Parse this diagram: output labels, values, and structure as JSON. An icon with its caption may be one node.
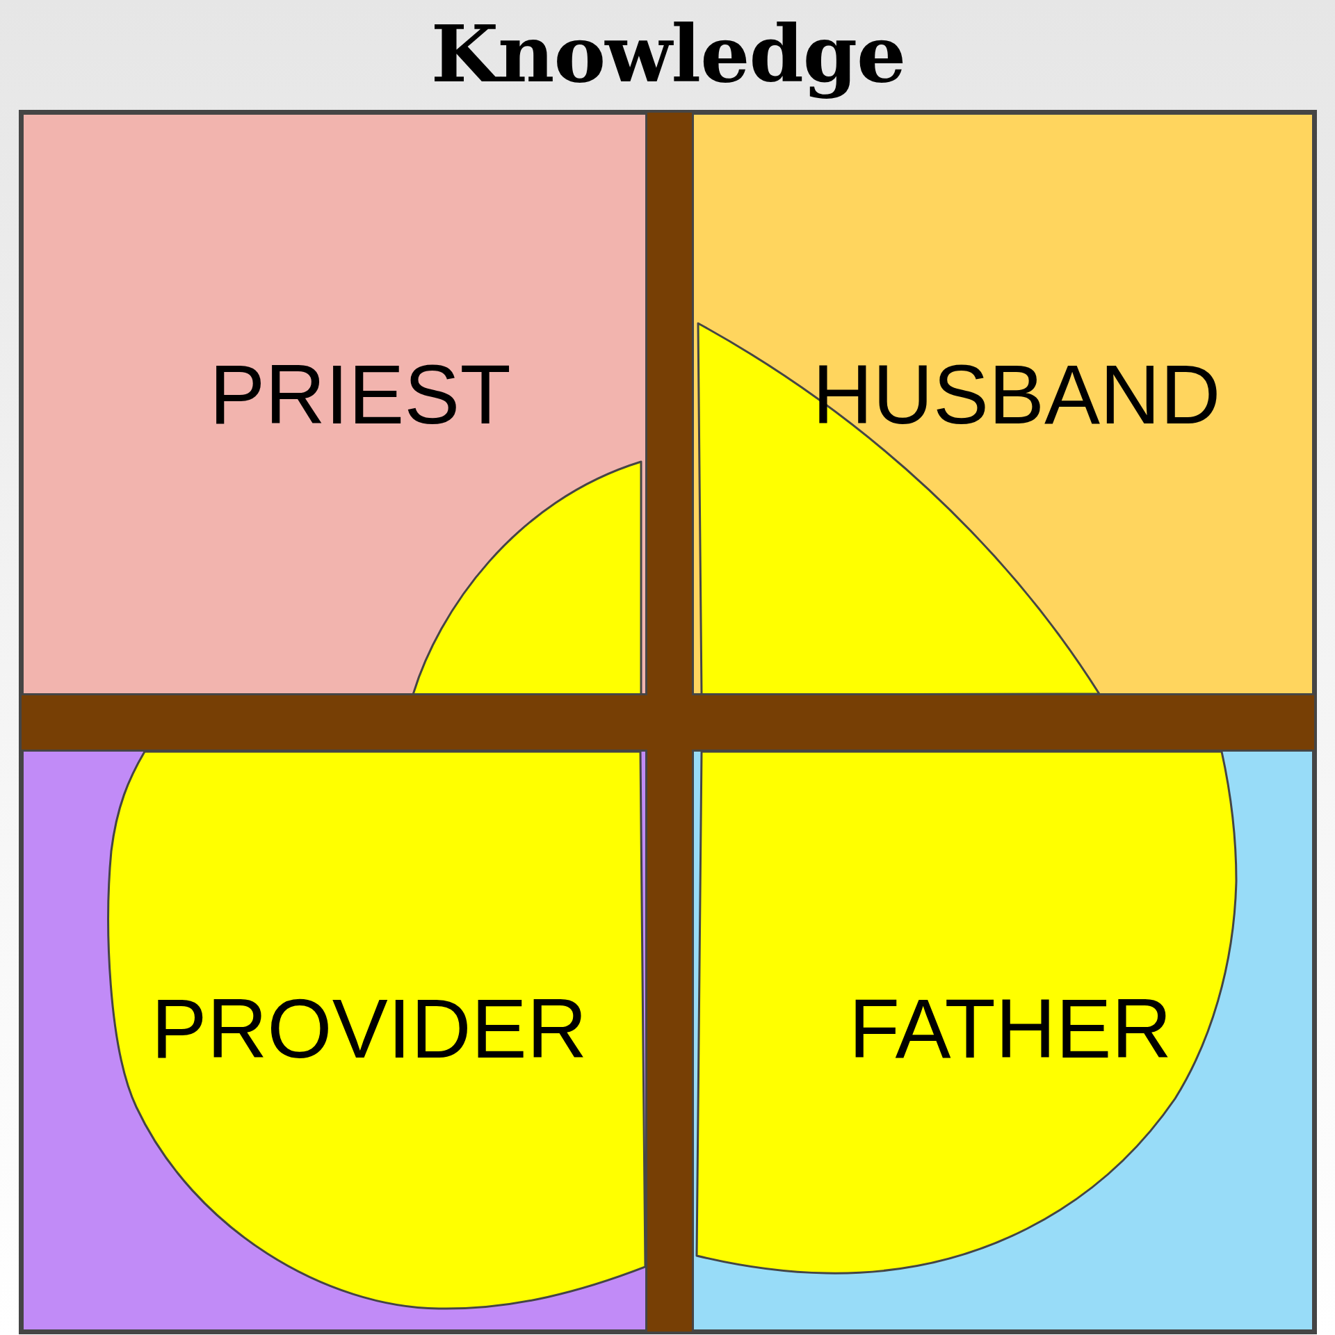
{
  "diagram": {
    "title": "Knowledge",
    "nodes": [
      {
        "text": [
          "PRIEST"
        ]
      },
      {
        "text": [
          "HUSBAND"
        ]
      },
      {
        "text": [
          "PROVIDER"
        ]
      },
      {
        "text": [
          "FATHER"
        ]
      }
    ]
  }
}
